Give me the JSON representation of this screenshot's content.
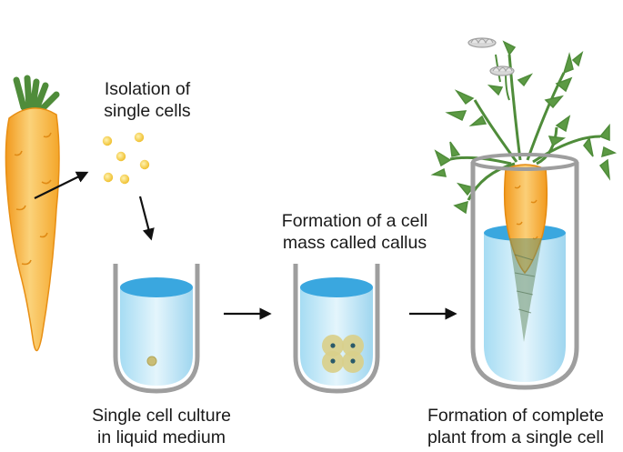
{
  "labels": {
    "isolation": [
      "Isolation of",
      "single cells"
    ],
    "culture": [
      "Single cell culture",
      "in liquid medium"
    ],
    "callus": [
      "Formation of a cell",
      "mass called callus"
    ],
    "complete": [
      "Formation of complete",
      "plant from a single cell"
    ]
  },
  "colors": {
    "carrot_orange": "#f4a62a",
    "carrot_light": "#fbd27a",
    "leaf_green": "#4f8c3a",
    "medium_blue": "#8fd0ef",
    "medium_surface": "#3aa7df",
    "tube_gray": "#a9a9a9",
    "callus_yellow": "#d9cf8a",
    "cell_yellow": "#f2c94c"
  }
}
